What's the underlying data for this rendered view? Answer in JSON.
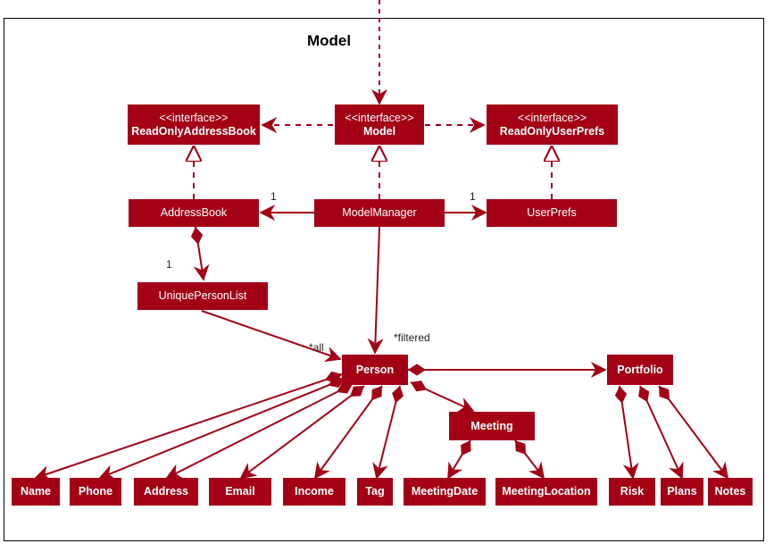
{
  "title": "Model",
  "nodes": {
    "readonly_address_book": {
      "stereotype": "<<interface>>",
      "name": "ReadOnlyAddressBook"
    },
    "model": {
      "stereotype": "<<interface>>",
      "name": "Model"
    },
    "readonly_user_prefs": {
      "stereotype": "<<interface>>",
      "name": "ReadOnlyUserPrefs"
    },
    "address_book": "AddressBook",
    "model_manager": "ModelManager",
    "user_prefs": "UserPrefs",
    "unique_person_list": "UniquePersonList",
    "person": "Person",
    "portfolio": "Portfolio",
    "meeting": "Meeting",
    "name": "Name",
    "phone": "Phone",
    "address": "Address",
    "email": "Email",
    "income": "Income",
    "tag": "Tag",
    "meeting_date": "MeetingDate",
    "meeting_location": "MeetingLocation",
    "risk": "Risk",
    "plans": "Plans",
    "notes": "Notes"
  },
  "multiplicities": {
    "address_book_assoc": "1",
    "user_prefs_assoc": "1",
    "unique_person_list_assoc": "1",
    "all": "*all",
    "filtered": "*filtered"
  },
  "colors": {
    "node_fill": "#a30016",
    "edge": "#a30016"
  }
}
